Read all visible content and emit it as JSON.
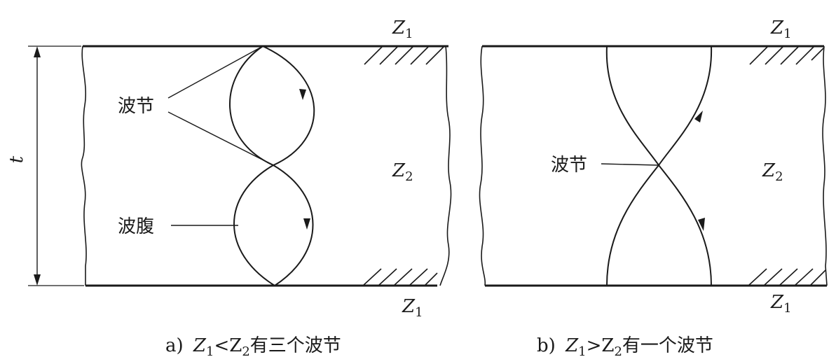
{
  "panel_a": {
    "z1_top": "Z1",
    "z1_bottom": "Z1",
    "z2": "Z2",
    "thickness": "t",
    "node_label": "波节",
    "antinode_label": "波腹",
    "caption_prefix": "a)",
    "caption_z1": "Z",
    "caption_sub1": "1",
    "caption_rel": "<Z",
    "caption_sub2": "2",
    "caption_tail": "有三个波节"
  },
  "panel_b": {
    "z1_top": "Z1",
    "z1_bottom": "Z1",
    "z2": "Z2",
    "node_label": "波节",
    "caption_prefix": "b)",
    "caption_z1": "Z",
    "caption_sub1": "1",
    "caption_rel": ">Z",
    "caption_sub2": "2",
    "caption_tail": "有一个波节"
  }
}
